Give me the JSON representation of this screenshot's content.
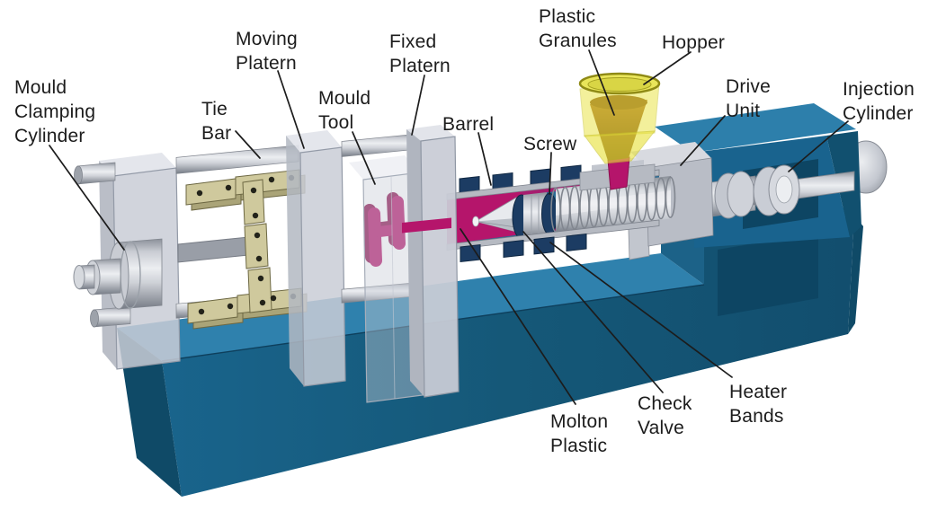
{
  "labels": [
    {
      "id": "mould-clamping-cylinder",
      "lines": [
        "Mould",
        "Clamping",
        "Cylinder"
      ]
    },
    {
      "id": "tie-bar",
      "lines": [
        "Tie",
        "Bar"
      ]
    },
    {
      "id": "moving-platern",
      "lines": [
        "Moving",
        "Platern"
      ]
    },
    {
      "id": "mould-tool",
      "lines": [
        "Mould",
        "Tool"
      ]
    },
    {
      "id": "fixed-platern",
      "lines": [
        "Fixed",
        "Platern"
      ]
    },
    {
      "id": "barrel",
      "lines": [
        "Barrel"
      ]
    },
    {
      "id": "screw",
      "lines": [
        "Screw"
      ]
    },
    {
      "id": "plastic-granules",
      "lines": [
        "Plastic",
        "Granules"
      ]
    },
    {
      "id": "hopper",
      "lines": [
        "Hopper"
      ]
    },
    {
      "id": "drive-unit",
      "lines": [
        "Drive",
        "Unit"
      ]
    },
    {
      "id": "injection-cylinder",
      "lines": [
        "Injection",
        "Cylinder"
      ]
    },
    {
      "id": "molton-plastic",
      "lines": [
        "Molton",
        "Plastic"
      ]
    },
    {
      "id": "check-valve",
      "lines": [
        "Check",
        "Valve"
      ]
    },
    {
      "id": "heater-bands",
      "lines": [
        "Heater",
        "Bands"
      ]
    }
  ],
  "colors": {
    "background": "#ffffff",
    "ink": "#1c1c1c",
    "base_top": "#2f81ad",
    "base_front": "#165878",
    "base_side": "#0f4a67",
    "housing_top": "#2d7fab",
    "housing_front": "#19638e",
    "housing_side": "#11506f",
    "recess": "#0d4563",
    "platen_fill": "#c9ccd6",
    "platen_top": "#e2e4ea",
    "platen_edge": "#939aa7",
    "toggle_khaki": "#cfc99d",
    "toggle_shadow": "#aaa478",
    "toggle_edge": "#6d6843",
    "pin_dark": "#23231a",
    "molten_magenta": "#b5156b",
    "molten_dark": "#8c104f",
    "heater_navy": "#1c3c63",
    "heater_edge": "#0f2742",
    "hopper_yellow": "#e8e23a",
    "hopper_rim": "#8f8a15",
    "granules_brown": "#a8702e",
    "metal_flat": "#b6bac2",
    "metal_edge": "#7d828c"
  }
}
